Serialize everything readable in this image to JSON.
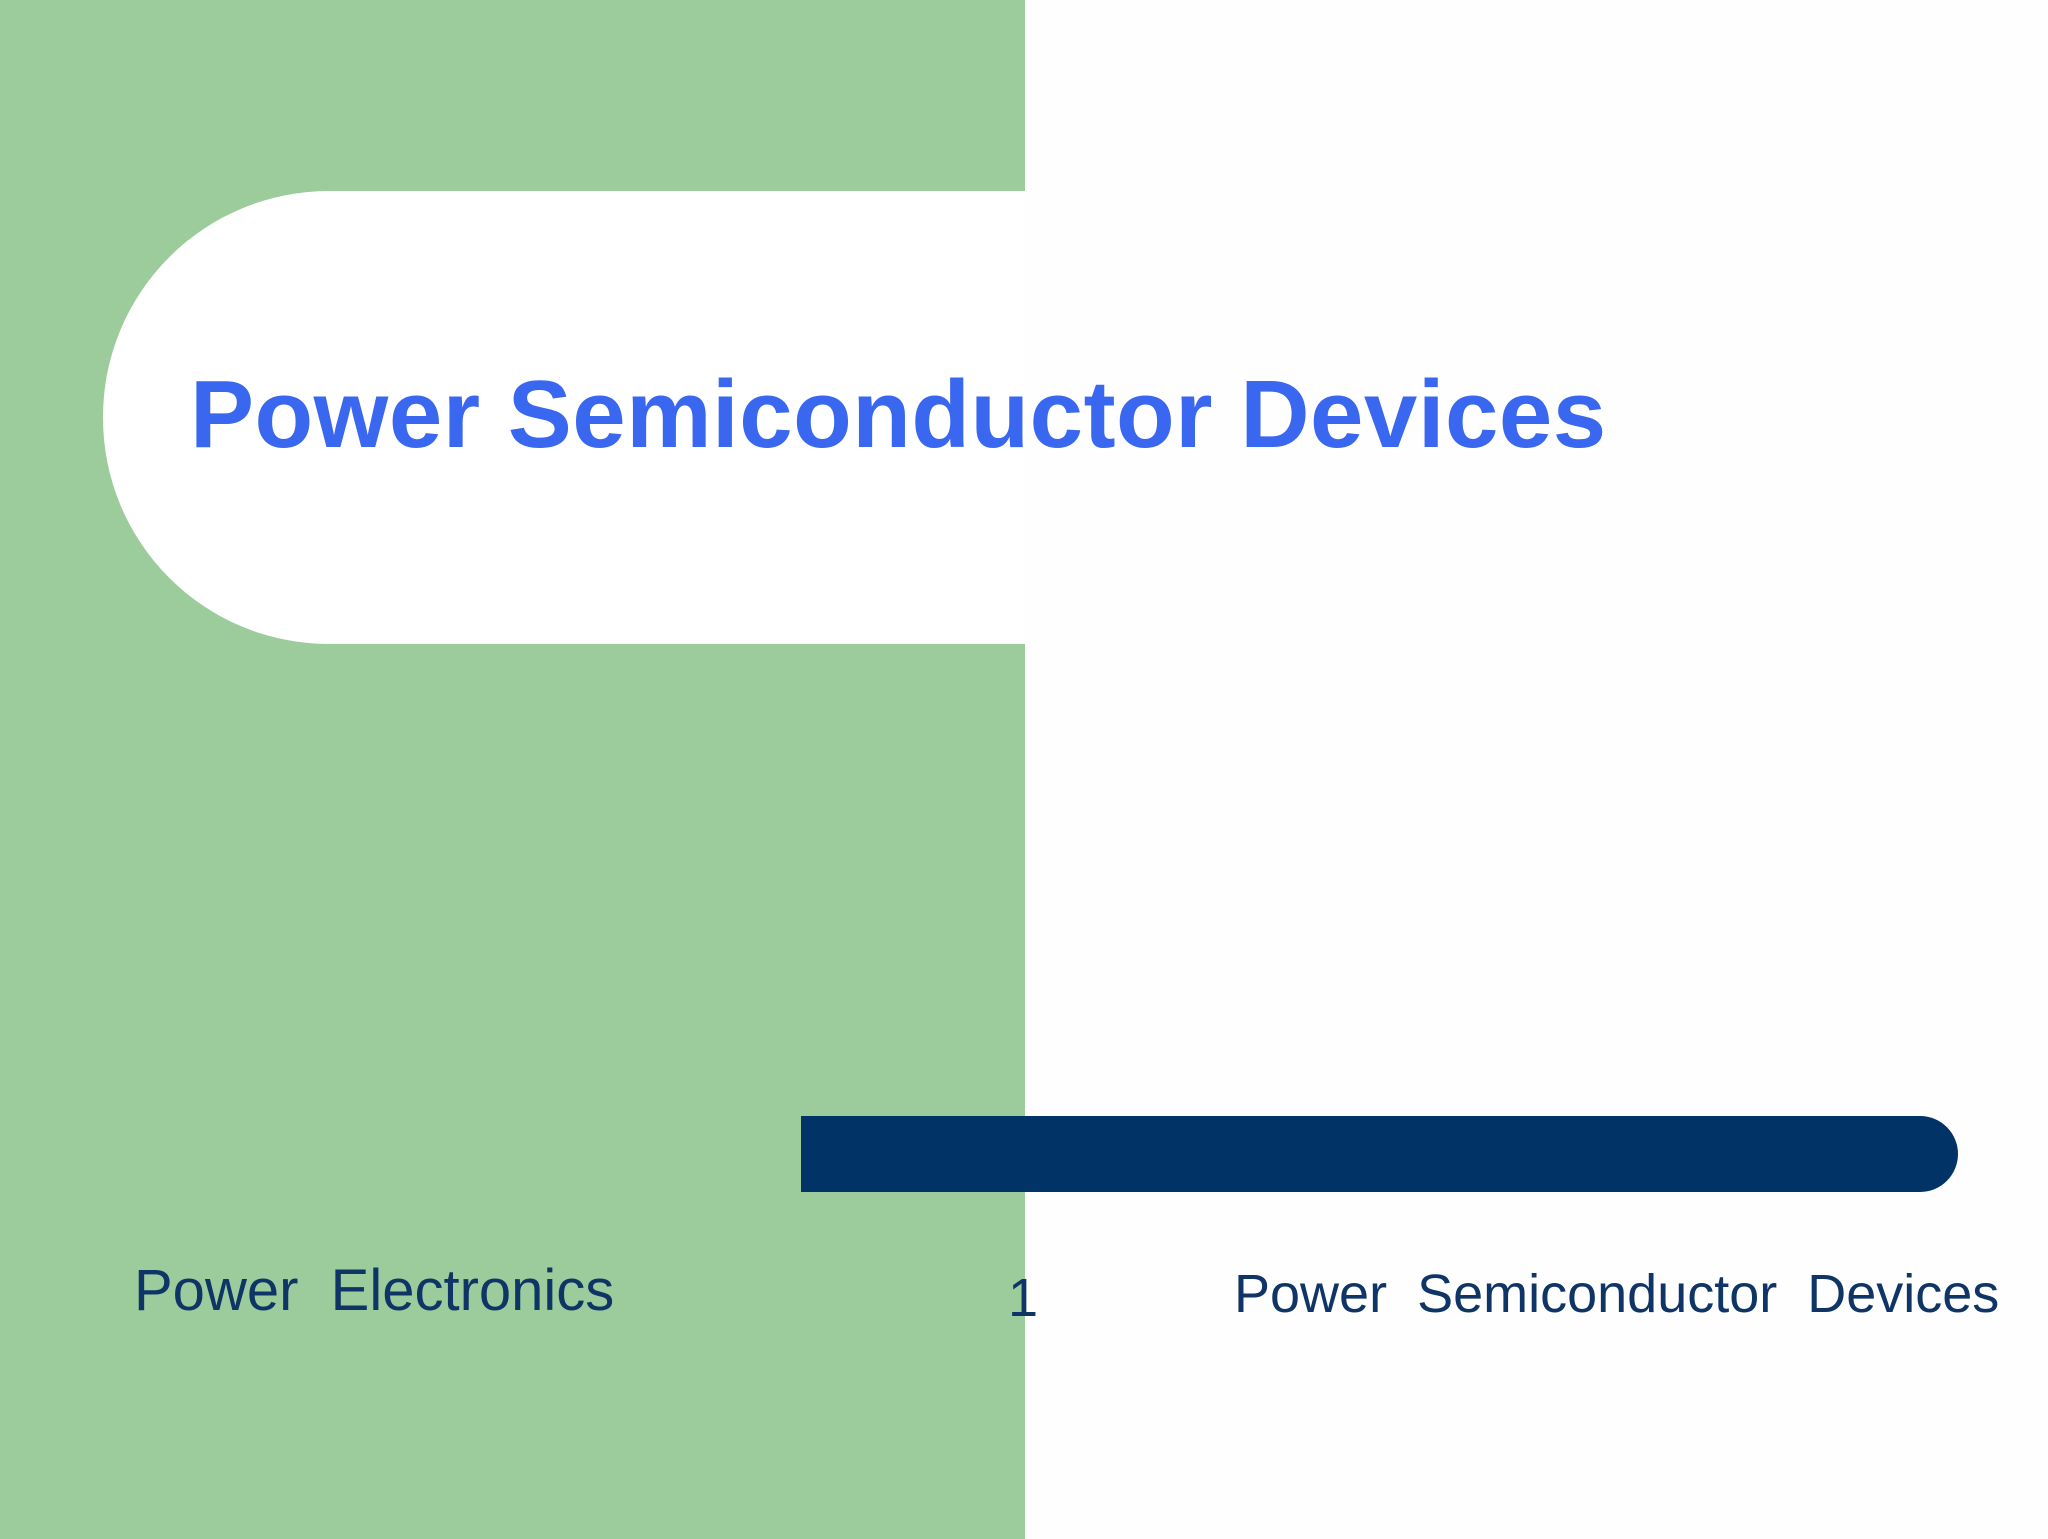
{
  "slide": {
    "title": "Power Semiconductor Devices",
    "footer_left": "Power  Electronics",
    "page_number": "1",
    "footer_right": "Power  Semiconductor  Devices"
  },
  "colors": {
    "green_panel": "#9ccc9c",
    "title_text": "#3a67f0",
    "accent_bar": "#023366",
    "footer_text": "#0f3466",
    "background": "#fefefe"
  }
}
